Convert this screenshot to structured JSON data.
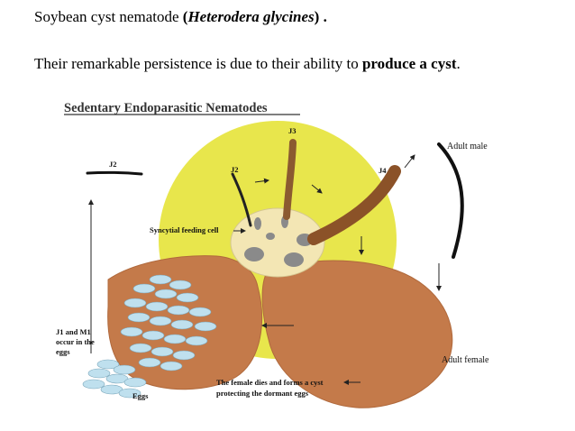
{
  "header": {
    "line1_prefix": "Soybean cyst nematode ",
    "line1_open": "(",
    "line1_sci": "Heterodera glycines",
    "line1_close": ") .",
    "line2_text": "Their remarkable persistence is due to their ability to ",
    "line2_bold": "produce a cyst",
    "line2_end": "."
  },
  "figure": {
    "title": "Sedentary Endoparasitic Nematodes",
    "labels": {
      "j2_left": "J2",
      "j2_center": "J2",
      "j3": "J3",
      "j4": "J4",
      "adult_male": "Adult male",
      "syncytial": "Syncytial feeding cell",
      "j1_line1": "J1 and M1",
      "j1_line2": "occur in the",
      "j1_line3": "eggs",
      "adult_female": "Adult female",
      "dies_line1": "The female dies and forms a cyst",
      "dies_line2": "protecting the dormant eggs",
      "eggs": "Eggs"
    },
    "colors": {
      "root_circle": "#e8e64c",
      "feeding_cell": "#f3e6b4",
      "nematode_body": "#c47a4a",
      "j4_body": "#8b5228",
      "egg": "#bfe0ee",
      "nucleus": "#8a8a8a"
    }
  }
}
